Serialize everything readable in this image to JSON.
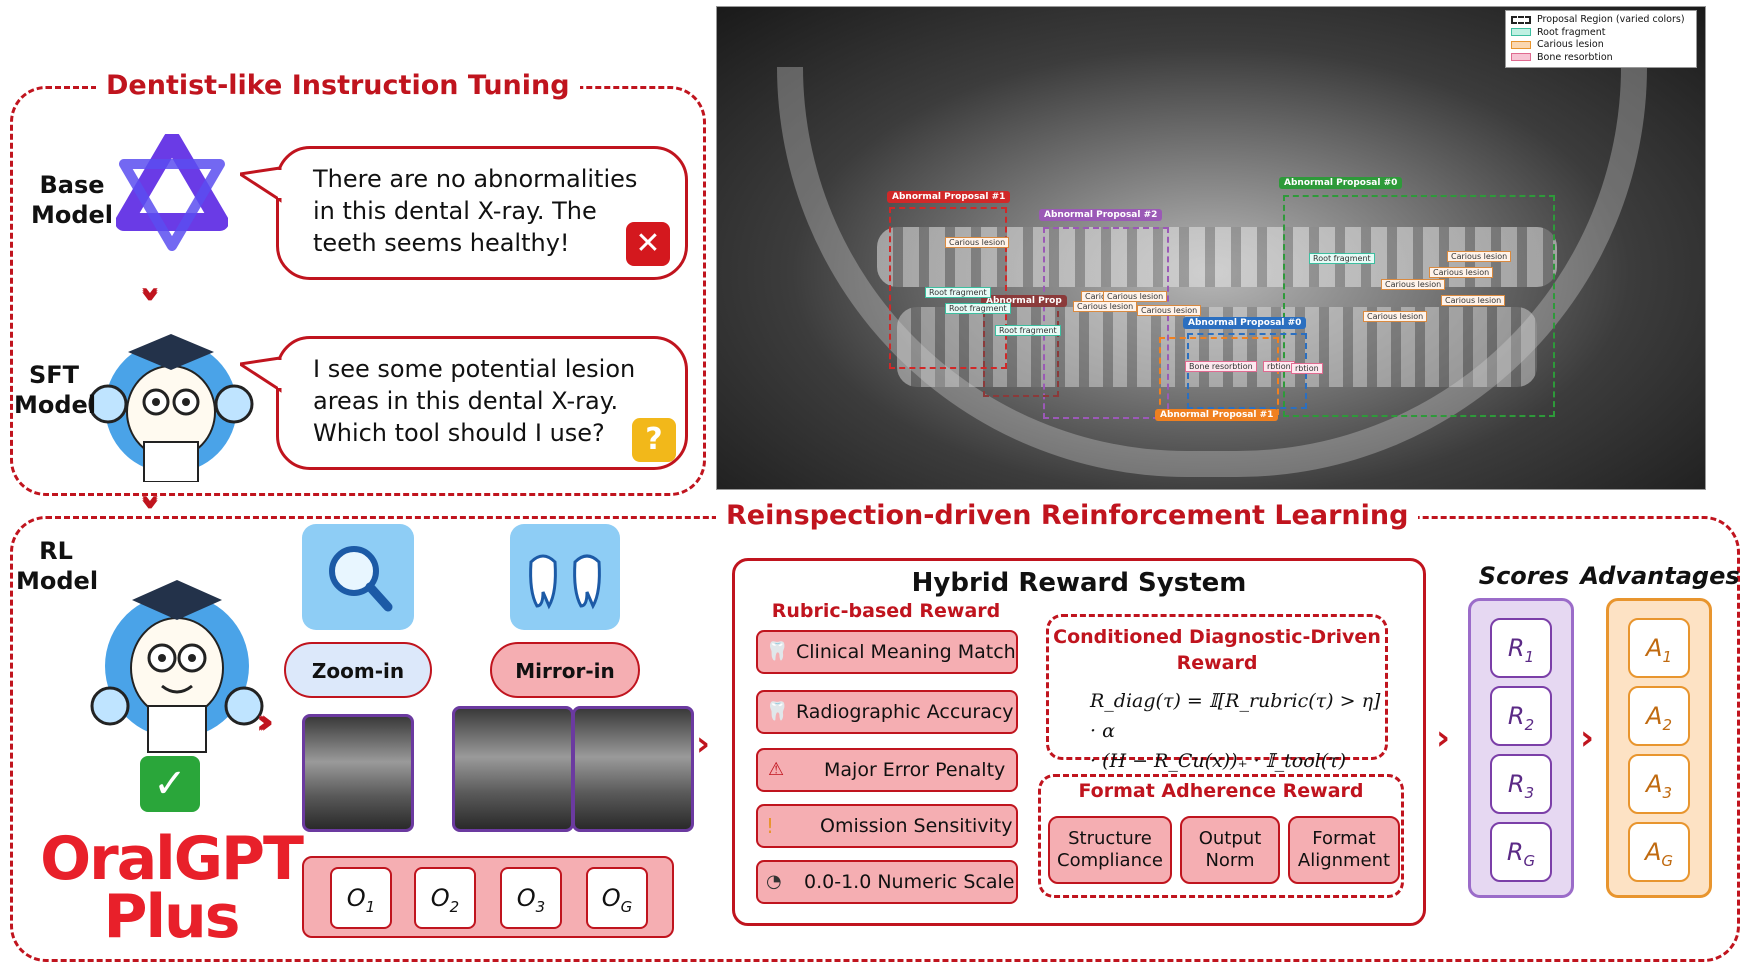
{
  "top_section": {
    "title": "Dentist-like Instruction Tuning",
    "base_model": {
      "label_line1": "Base",
      "label_line2": "Model",
      "speech": [
        "There are no abnormalities",
        "in this dental X-ray. The",
        "teeth seems healthy!"
      ]
    },
    "sft_model": {
      "label_line1": "SFT",
      "label_line2": "Model",
      "speech": [
        "I see some potential lesion",
        "areas in this dental X-ray.",
        "Which tool should I use?"
      ]
    }
  },
  "xray": {
    "legend": [
      {
        "label": "Proposal Region (varied colors)",
        "color": "#222222"
      },
      {
        "label": "Root fragment",
        "color": "#3cbfa0"
      },
      {
        "label": "Carious lesion",
        "color": "#e8952e"
      },
      {
        "label": "Bone resorbtion",
        "color": "#e06a90"
      }
    ],
    "proposals": [
      {
        "label": "Abnormal Proposal #1",
        "color": "#d02828"
      },
      {
        "label": "Abnormal Proposal #2",
        "color": "#9b59b6"
      },
      {
        "label": "Abnormal Proposal #0",
        "color": "#2e9a3a"
      },
      {
        "label": "Abnormal Prop",
        "color": "#8b3a3a"
      },
      {
        "label": "Abnormal Proposal #0",
        "color": "#2b6fc0"
      },
      {
        "label": "Abnormal Proposal #1",
        "color": "#f08020"
      }
    ],
    "findings": {
      "carious": "Carious lesion",
      "root": "Root fragment",
      "bone": "Bone resorbtion",
      "cario": "Cario",
      "rbtion": "rbtion"
    }
  },
  "rl_section": {
    "title": "Reinspection-driven Reinforcement Learning",
    "rl_model": {
      "label_line1": "RL",
      "label_line2": "Model"
    },
    "tools": [
      {
        "label": "Zoom-in"
      },
      {
        "label": "Mirror-in"
      }
    ],
    "outputs": [
      "O",
      "O",
      "O",
      "O"
    ],
    "output_subs": [
      "1",
      "2",
      "3",
      "G"
    ],
    "brand": {
      "line1": "OralGPT",
      "line2": "Plus",
      "color": "#e8202a"
    }
  },
  "reward_system": {
    "title": "Hybrid Reward System",
    "rubric_title": "Rubric-based Reward",
    "rubric_items": [
      "Clinical Meaning Match",
      "Radiographic Accuracy",
      "Major Error Penalty",
      "Omission Sensitivity",
      "0.0-1.0 Numeric Scale"
    ],
    "diag_title_line1": "Conditioned Diagnostic-Driven",
    "diag_title_line2": "Reward",
    "formula_line1": "R_diag(τ) = 𝕀[R_rubric(τ) > η] · α",
    "formula_line2": "· (H − R_Cu(x))₊ · 𝕀_tool(τ)",
    "format_title": "Format Adherence Reward",
    "format_items": [
      {
        "l1": "Structure",
        "l2": "Compliance"
      },
      {
        "l1": "Output",
        "l2": "Norm"
      },
      {
        "l1": "Format",
        "l2": "Alignment"
      }
    ]
  },
  "scores": {
    "title": "Scores",
    "items": [
      "R",
      "R",
      "R",
      "R"
    ],
    "subs": [
      "1",
      "2",
      "3",
      "G"
    ]
  },
  "advantages": {
    "title": "Advantages",
    "items": [
      "A",
      "A",
      "A",
      "A"
    ],
    "subs": [
      "1",
      "2",
      "3",
      "G"
    ]
  }
}
